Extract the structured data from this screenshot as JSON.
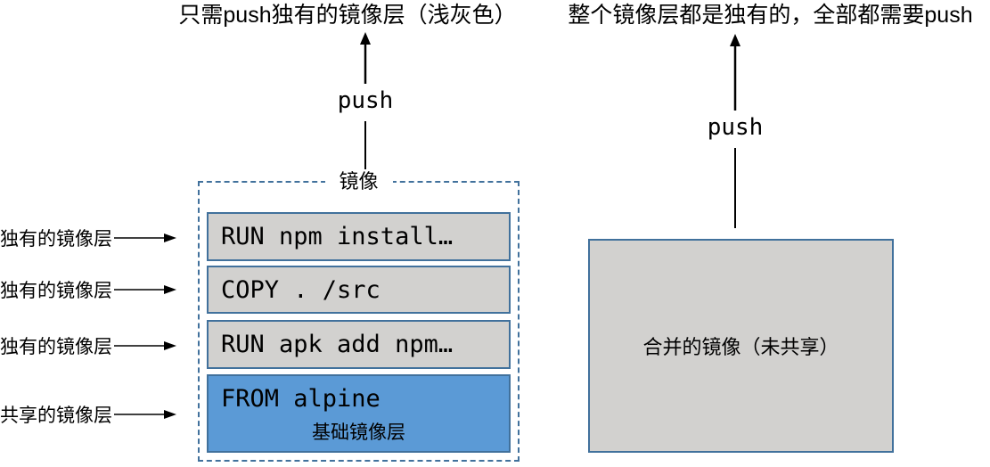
{
  "captions": {
    "left": "只需push独有的镜像层（浅灰色）",
    "right": "整个镜像层都是独有的，全部都需要push"
  },
  "push_labels": {
    "left": "push",
    "right": "push"
  },
  "image_box": {
    "title": "镜像",
    "layers": [
      {
        "text": "RUN npm install…",
        "type": "unique"
      },
      {
        "text": "COPY . /src",
        "type": "unique"
      },
      {
        "text": "RUN apk add npm…",
        "type": "unique"
      },
      {
        "text": "FROM alpine",
        "subtext": "基础镜像层",
        "type": "shared"
      }
    ]
  },
  "side_labels": [
    {
      "text": "独有的镜像层"
    },
    {
      "text": "独有的镜像层"
    },
    {
      "text": "独有的镜像层"
    },
    {
      "text": "共享的镜像层"
    }
  ],
  "merged_box": {
    "label": "合并的镜像（未共享）"
  },
  "colors": {
    "layer_fill": "#d2d1cf",
    "shared_fill": "#5b9ad6",
    "border": "#41719c",
    "arrow": "#000000"
  }
}
